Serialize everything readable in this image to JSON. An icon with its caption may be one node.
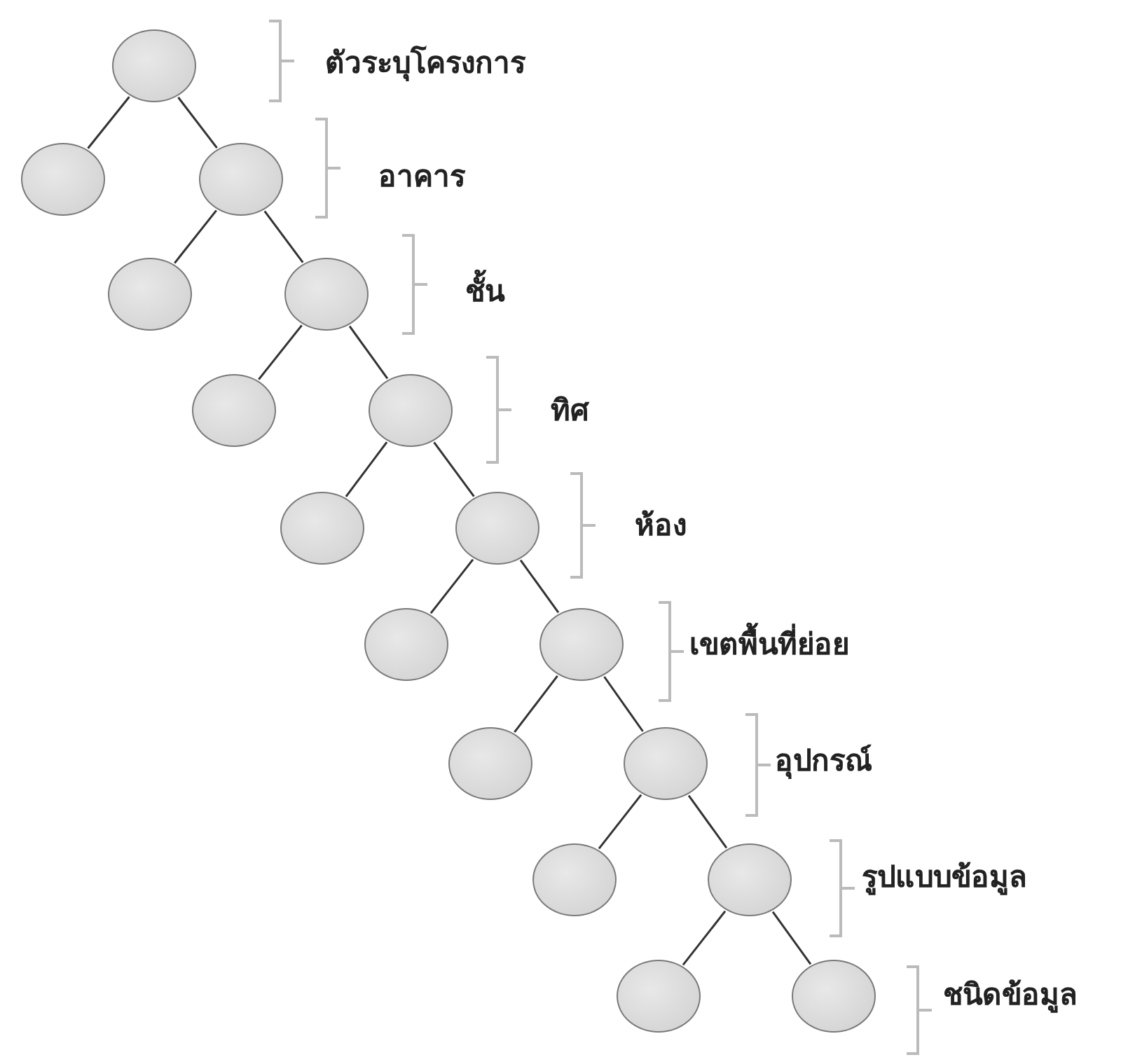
{
  "diagram": {
    "nodes": [
      {
        "text": [],
        "shape": "circle"
      },
      {
        "text": [],
        "shape": "circle"
      },
      {
        "text": [],
        "shape": "circle"
      },
      {
        "text": [],
        "shape": "circle"
      },
      {
        "text": [],
        "shape": "circle"
      },
      {
        "text": [],
        "shape": "circle"
      },
      {
        "text": [],
        "shape": "circle"
      },
      {
        "text": [],
        "shape": "circle"
      },
      {
        "text": [],
        "shape": "circle"
      },
      {
        "text": [],
        "shape": "circle"
      },
      {
        "text": [],
        "shape": "circle"
      },
      {
        "text": [],
        "shape": "circle"
      },
      {
        "text": [],
        "shape": "circle"
      },
      {
        "text": [],
        "shape": "circle"
      },
      {
        "text": [],
        "shape": "circle"
      },
      {
        "text": [],
        "shape": "circle"
      },
      {
        "text": [],
        "shape": "circle"
      }
    ],
    "edges": [
      {
        "from": 0,
        "to": 1,
        "arrow": "none"
      },
      {
        "from": 0,
        "to": 2,
        "arrow": "none"
      },
      {
        "from": 2,
        "to": 3,
        "arrow": "none"
      },
      {
        "from": 2,
        "to": 4,
        "arrow": "none"
      },
      {
        "from": 4,
        "to": 5,
        "arrow": "none"
      },
      {
        "from": 4,
        "to": 6,
        "arrow": "none"
      },
      {
        "from": 6,
        "to": 7,
        "arrow": "none"
      },
      {
        "from": 6,
        "to": 8,
        "arrow": "none"
      },
      {
        "from": 8,
        "to": 9,
        "arrow": "none"
      },
      {
        "from": 8,
        "to": 10,
        "arrow": "none"
      },
      {
        "from": 10,
        "to": 11,
        "arrow": "none"
      },
      {
        "from": 10,
        "to": 12,
        "arrow": "none"
      },
      {
        "from": 12,
        "to": 13,
        "arrow": "none"
      },
      {
        "from": 12,
        "to": 14,
        "arrow": "none"
      },
      {
        "from": 14,
        "to": 15,
        "arrow": "none"
      },
      {
        "from": 14,
        "to": 16,
        "arrow": "none"
      }
    ],
    "labels": [
      "ตัวระบุโครงการ",
      "อาคาร",
      "ชั้น",
      "ทิศ",
      "ห้อง",
      "เขตพื้นที่ย่อย",
      "อุปกรณ์",
      "รูปแบบข้อมูล",
      "ชนิดข้อมูล"
    ]
  }
}
